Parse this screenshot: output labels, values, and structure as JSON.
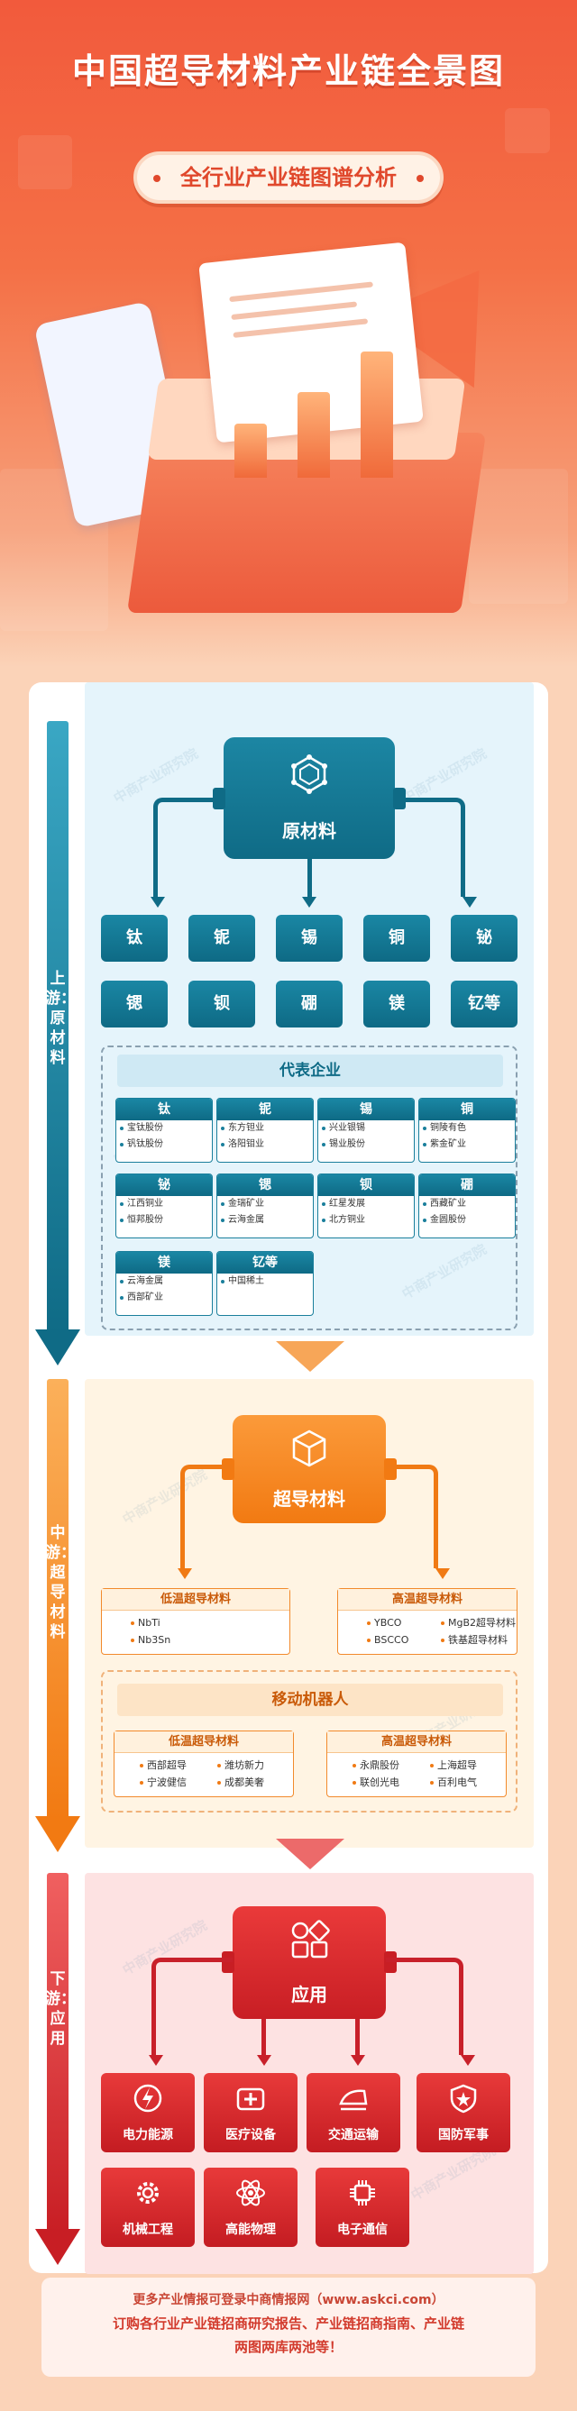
{
  "header": {
    "title": "中国超导材料产业链全景图",
    "subtitle": "全行业产业链图谱分析"
  },
  "watermark": "中商产业研究院",
  "upstream": {
    "side_label": "上游：原材料",
    "hub_label": "原材料",
    "materials": [
      "钛",
      "铌",
      "锡",
      "铜",
      "铋",
      "锶",
      "钡",
      "硼",
      "镁",
      "钇等"
    ],
    "companies_title": "代表企业",
    "companies": [
      {
        "name": "钛",
        "items": [
          "宝钛股份",
          "钒钛股份"
        ]
      },
      {
        "name": "铌",
        "items": [
          "东方钽业",
          "洛阳钼业"
        ]
      },
      {
        "name": "锡",
        "items": [
          "兴业银锡",
          "锡业股份"
        ]
      },
      {
        "name": "铜",
        "items": [
          "铜陵有色",
          "紫金矿业"
        ]
      },
      {
        "name": "铋",
        "items": [
          "江西铜业",
          "恒邦股份"
        ]
      },
      {
        "name": "锶",
        "items": [
          "金瑞矿业",
          "云海金属"
        ]
      },
      {
        "name": "钡",
        "items": [
          "红星发展",
          "北方铜业"
        ]
      },
      {
        "name": "硼",
        "items": [
          "西藏矿业",
          "金圆股份"
        ]
      },
      {
        "name": "镁",
        "items": [
          "云海金属",
          "西部矿业"
        ]
      },
      {
        "name": "钇等",
        "items": [
          "中国稀土"
        ]
      }
    ]
  },
  "midstream": {
    "side_label": "中游：超导材料",
    "hub_label": "超导材料",
    "low_temp": {
      "title": "低温超导材料",
      "items": [
        "NbTi",
        "Nb3Sn"
      ]
    },
    "high_temp": {
      "title": "高温超导材料",
      "items_left": [
        "YBCO",
        "BSCCO"
      ],
      "items_right": [
        "MgB2超导材料",
        "铁基超导材料"
      ]
    },
    "robots_title": "移动机器人",
    "robot_low": {
      "title": "低温超导材料",
      "items_left": [
        "西部超导",
        "宁波健信"
      ],
      "items_right": [
        "潍坊新力",
        "成都美奢"
      ]
    },
    "robot_high": {
      "title": "高温超导材料",
      "items_left": [
        "永鼎股份",
        "联创光电"
      ],
      "items_right": [
        "上海超导",
        "百利电气"
      ]
    }
  },
  "downstream": {
    "side_label": "下游：应用",
    "hub_label": "应用",
    "apps": [
      {
        "label": "电力能源",
        "icon": "power-energy-icon"
      },
      {
        "label": "医疗设备",
        "icon": "medical-equipment-icon"
      },
      {
        "label": "交通运输",
        "icon": "train-icon"
      },
      {
        "label": "国防军事",
        "icon": "military-shield-icon"
      },
      {
        "label": "机械工程",
        "icon": "gear-icon"
      },
      {
        "label": "高能物理",
        "icon": "atom-icon"
      },
      {
        "label": "电子通信",
        "icon": "chip-icon"
      }
    ]
  },
  "footer": {
    "line1": "更多产业情报可登录中商情报网（www.askci.com）",
    "line2": "订购各行业产业链招商研究报告、产业链招商指南、产业链",
    "line3": "两图两库两池等！"
  },
  "colors": {
    "upstream": "#0f6b86",
    "midstream": "#f27a12",
    "downstream": "#c81e24",
    "hero": "#f25a3c"
  }
}
